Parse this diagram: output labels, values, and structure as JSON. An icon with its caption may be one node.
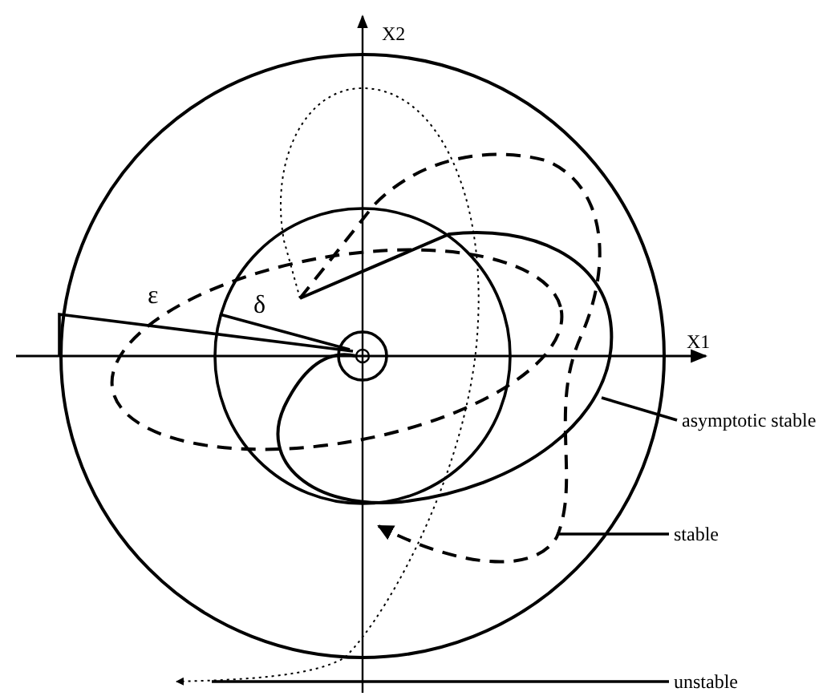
{
  "diagram": {
    "nodes": [
      {
        "text": [
          "asymptotic stable"
        ]
      },
      {
        "text": [
          "stable"
        ]
      },
      {
        "text": [
          "unstable"
        ]
      }
    ],
    "edges": [
      {
        "from": 0,
        "to": null,
        "arrow": "none"
      },
      {
        "from": 1,
        "to": null,
        "arrow": "none"
      },
      {
        "from": 2,
        "to": null,
        "arrow": "none"
      }
    ],
    "labels": [
      "X2",
      "X1",
      "ε",
      "δ"
    ]
  }
}
